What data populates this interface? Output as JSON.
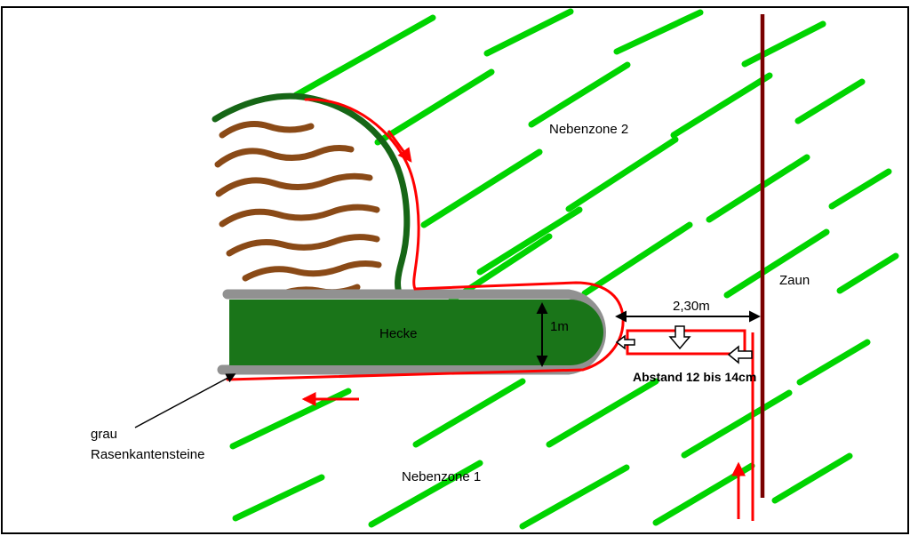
{
  "labels": {
    "nebenzone2": "Nebenzone 2",
    "zaun": "Zaun",
    "distance_230": "2,30m",
    "one_m": "1m",
    "hecke": "Hecke",
    "abstand": "Abstand 12 bis 14cm",
    "grau_line1": "grau",
    "grau_line2": "Rasenkantensteine",
    "nebenzone1": "Nebenzone 1"
  },
  "colors": {
    "stripe_green": "#00d400",
    "hedge_green": "#1a7519",
    "bed_border_green": "#166616",
    "soil_brown": "#8a4a17",
    "wire_red": "#ff0000",
    "fence_dark_red": "#7a0000",
    "edging_gray": "#919191",
    "text_black": "#000000"
  }
}
